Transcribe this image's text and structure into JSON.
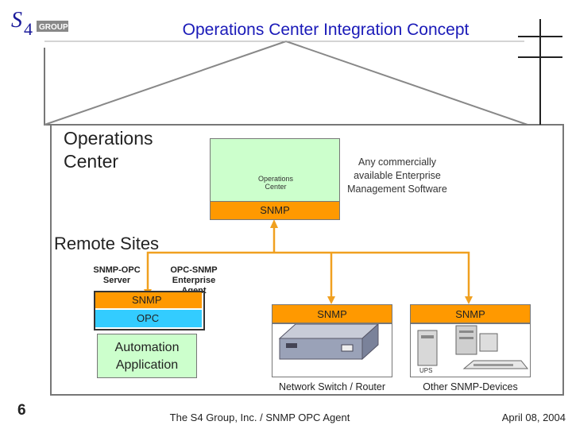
{
  "header": {
    "title": "Operations Center Integration Concept",
    "logo_text": "S4 GROUP"
  },
  "operations_center": {
    "label": "Operations\nCenter",
    "icon_label": "Operations Center",
    "software_label": "Any commercially available Enterprise Management Software",
    "protocol": "SNMP"
  },
  "remote_sites": {
    "label": "Remote Sites",
    "snmp_opc_server": "SNMP-OPC Server",
    "opc_snmp_agent": "OPC-SNMP Enterprise Agent",
    "stack_top": "SNMP",
    "stack_bottom": "OPC",
    "automation_application": "Automation Application"
  },
  "network_switch": {
    "protocol": "SNMP",
    "label": "Network Switch / Router"
  },
  "other_devices": {
    "protocol": "SNMP",
    "label": "Other SNMP-Devices",
    "ups_label": "UPS"
  },
  "footer": {
    "page_number": "6",
    "company": "The S4 Group, Inc.  /  SNMP OPC Agent",
    "date": "April 08, 2004"
  },
  "colors": {
    "title": "#1a1ab8",
    "orange": "#ff9900",
    "green_box": "#ccffcc",
    "opc_blue": "#33ccff"
  }
}
